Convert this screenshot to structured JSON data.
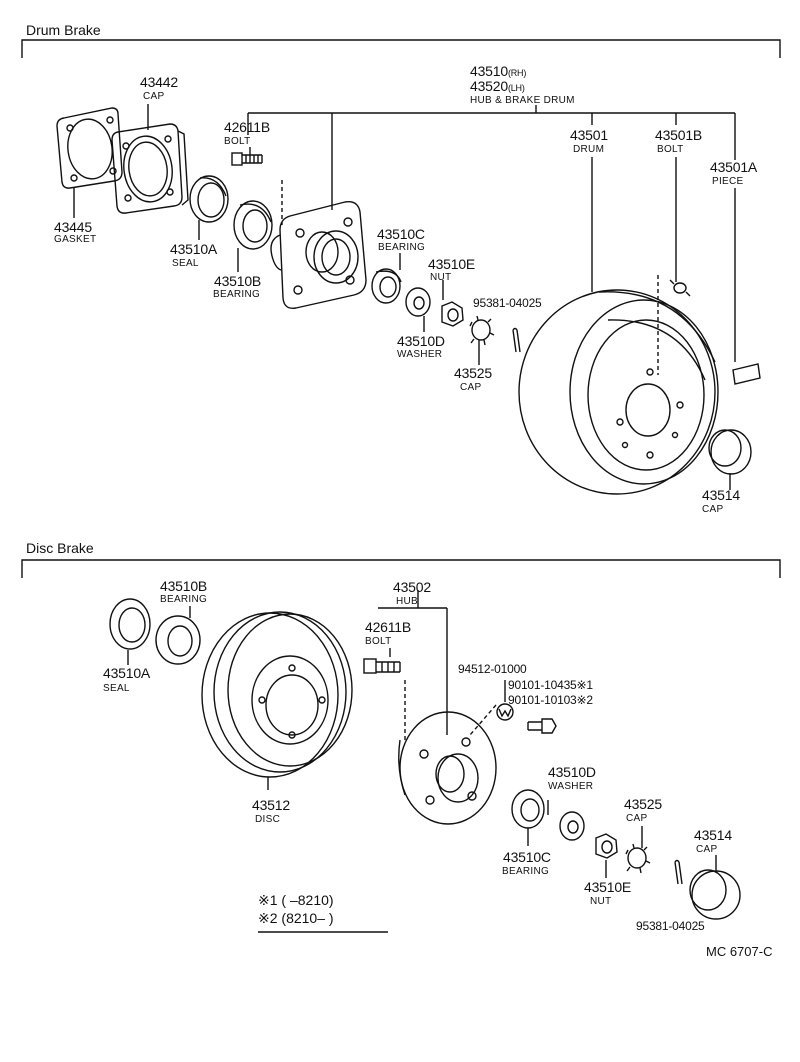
{
  "sections": {
    "drum": "Drum Brake",
    "disc": "Disc Brake"
  },
  "drum": {
    "hub_pn_rh": "43510",
    "hub_pn_rh_suffix": "(RH)",
    "hub_pn_lh": "43520",
    "hub_pn_lh_suffix": "(LH)",
    "hub_name": "HUB & BRAKE DRUM",
    "cap_pn": "43442",
    "cap_name": "CAP",
    "gasket_pn": "43445",
    "gasket_name": "GASKET",
    "bolt_pn": "42611B",
    "bolt_name": "BOLT",
    "seal_pn": "43510A",
    "seal_name": "SEAL",
    "bearing_b_pn": "43510B",
    "bearing_b_name": "BEARING",
    "bearing_c_pn": "43510C",
    "bearing_c_name": "BEARING",
    "nut_pn": "43510E",
    "nut_name": "NUT",
    "washer_pn": "43510D",
    "washer_name": "WASHER",
    "pin_pn": "95381-04025",
    "cap2_pn": "43525",
    "cap2_name": "CAP",
    "drum_pn": "43501",
    "drum_name": "DRUM",
    "drum_bolt_pn": "43501B",
    "drum_bolt_name": "BOLT",
    "piece_pn": "43501A",
    "piece_name": "PIECE",
    "grease_cap_pn": "43514",
    "grease_cap_name": "CAP"
  },
  "disc": {
    "bearing_b_pn": "43510B",
    "bearing_b_name": "BEARING",
    "seal_pn": "43510A",
    "seal_name": "SEAL",
    "disc_pn": "43512",
    "disc_name": "DISC",
    "hub_pn": "43502",
    "hub_name": "HUB",
    "bolt_pn": "42611B",
    "bolt_name": "BOLT",
    "washer_ring_pn": "94512-01000",
    "bolt1_pn": "90101-10435",
    "bolt1_mark": "※1",
    "bolt2_pn": "90101-10103",
    "bolt2_mark": "※2",
    "washer_pn": "43510D",
    "washer_name": "WASHER",
    "cap2_pn": "43525",
    "cap2_name": "CAP",
    "grease_cap_pn": "43514",
    "grease_cap_name": "CAP",
    "bearing_c_pn": "43510C",
    "bearing_c_name": "BEARING",
    "nut_pn": "43510E",
    "nut_name": "NUT",
    "pin_pn": "95381-04025"
  },
  "footnotes": {
    "note1": "※1 (      –8210)",
    "note2": "※2 (8210–       )"
  },
  "figure_code": "MC  6707-C"
}
